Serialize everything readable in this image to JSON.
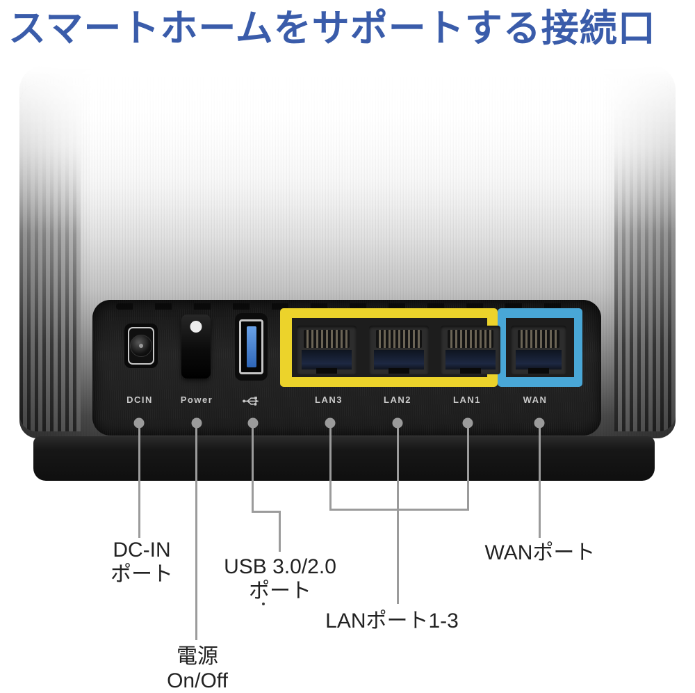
{
  "title": {
    "text": "スマートホームをサポートする接続口",
    "color": "#3a5caa"
  },
  "router": {
    "port_labels": {
      "dcin": "DCIN",
      "power": "Power",
      "lan3": "LAN3",
      "lan2": "LAN2",
      "lan1": "LAN1",
      "wan": "WAN"
    },
    "icons": {
      "usb": "usb-trident-icon"
    },
    "highlight_colors": {
      "lan_frame": "#ecd32b",
      "wan_frame": "#49a7d7",
      "usb_connector": "#3f78c8",
      "title_blue": "#3a5caa",
      "callout_gray": "#9b9b9b"
    }
  },
  "annotations": {
    "dcin": {
      "line1": "DC-IN",
      "line2": "ポート"
    },
    "power": {
      "line1": "電源",
      "line2": "On/Off"
    },
    "usb": {
      "line1": "USB 3.0/2.0",
      "line2": "ポート"
    },
    "lan": {
      "label": "LANポート1-3"
    },
    "wan": {
      "label": "WANポート"
    }
  }
}
